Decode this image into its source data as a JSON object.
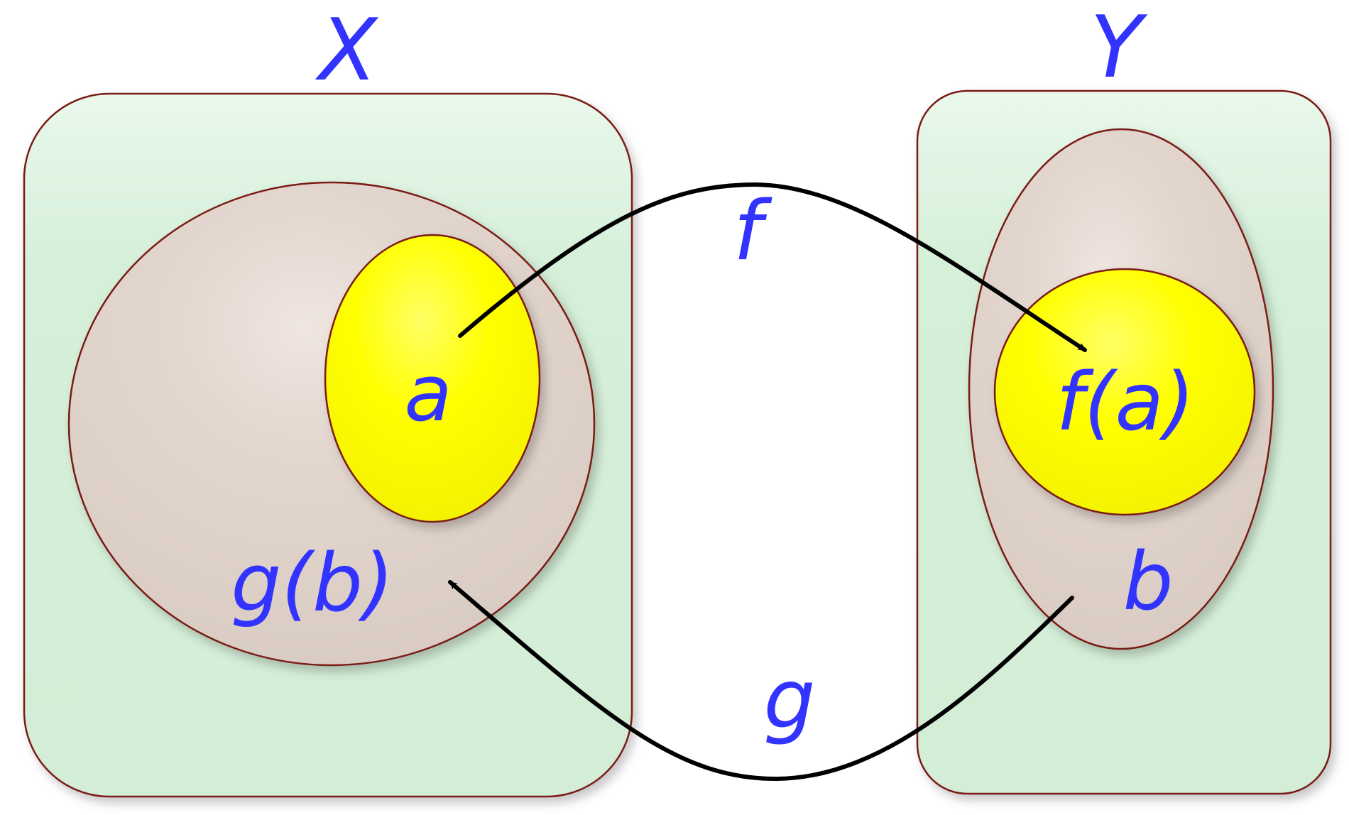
{
  "sets": {
    "x": {
      "label": "X",
      "inner": {
        "label": "g(b)",
        "subset": {
          "label": "a"
        }
      }
    },
    "y": {
      "label": "Y",
      "inner": {
        "label": "b",
        "subset": {
          "label": "f(a)"
        }
      }
    }
  },
  "arrows": {
    "f": {
      "label": "f",
      "from": "a",
      "to": "f(a)"
    },
    "g": {
      "label": "g",
      "from": "b",
      "to": "g(b)"
    }
  },
  "colors": {
    "set_fill": "#d5efd9",
    "set_stroke": "#7a1a14",
    "inner_fill": "#dfd2ca",
    "subset_fill": "#ffff00",
    "arrow": "#000000",
    "label": "#3333ff"
  }
}
